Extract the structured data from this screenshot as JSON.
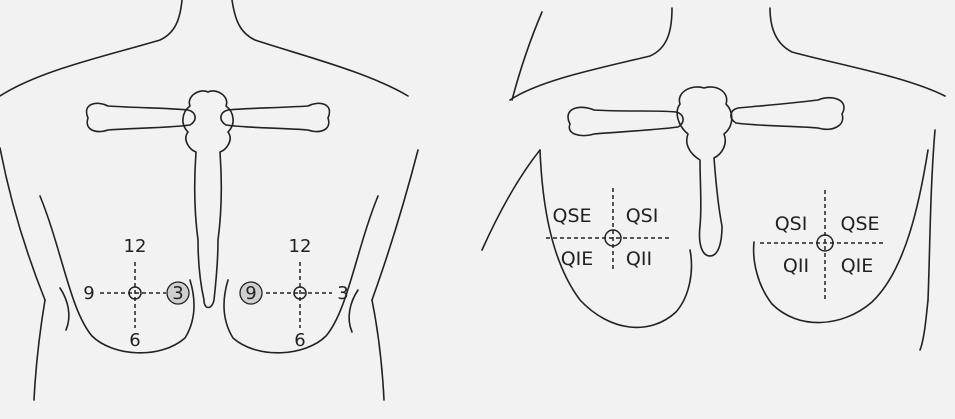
{
  "left_diagram": {
    "left_breast": {
      "top": "12",
      "left": "9",
      "right": "3",
      "bottom": "6"
    },
    "right_breast": {
      "top": "12",
      "left": "9",
      "right": "3",
      "bottom": "6"
    }
  },
  "right_diagram": {
    "left_breast": {
      "ul": "QSE",
      "ur": "QSI",
      "ll": "QIE",
      "lr": "QII"
    },
    "right_breast": {
      "ul": "QSI",
      "ur": "QSE",
      "ll": "QII",
      "lr": "QIE"
    }
  },
  "colors": {
    "line": "#222222",
    "highlight": "#cfcfcf",
    "background": "#f2f2f2"
  }
}
